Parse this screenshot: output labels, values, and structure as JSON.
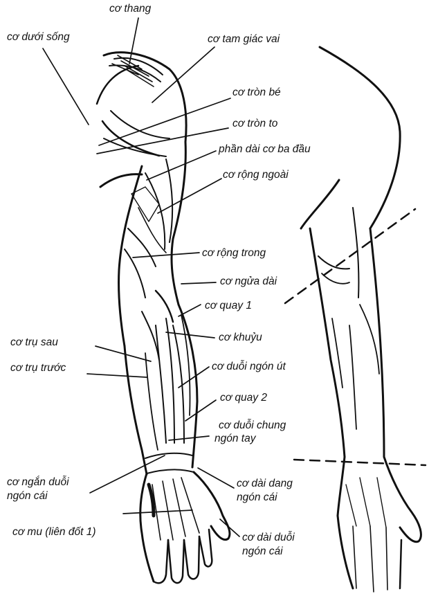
{
  "labels": {
    "co_thang": "cơ thang",
    "co_duoi_song": "cơ dưới sống",
    "co_tam_giac_vai": "cơ tam giác vai",
    "co_tron_be": "cơ tròn bé",
    "co_tron_to": "cơ tròn to",
    "phan_dai_co_ba_dau": "phần dài cơ ba đầu",
    "co_rong_ngoai": "cơ rộng ngoài",
    "co_rong_trong": "cơ rộng trong",
    "co_ngua_dai": "cơ ngửa dài",
    "co_quay_1": "cơ quay 1",
    "co_khuyu": "cơ khuỷu",
    "co_tru_sau": "cơ trụ sau",
    "co_tru_truoc": "cơ trụ trước",
    "co_duoi_ngon_ut": "cơ duỗi ngón út",
    "co_quay_2": "cơ quay 2",
    "co_duoi_chung_line1": "cơ duỗi chung",
    "co_duoi_chung_line2": "ngón tay",
    "co_ngan_duoi_line1": "cơ ngắn duỗi",
    "co_ngan_duoi_line2": "ngón cái",
    "co_dai_dang_line1": "cơ dài dang",
    "co_dai_dang_line2": "ngón cái",
    "co_mu": "cơ mu (liên đốt 1)",
    "co_dai_duoi_line1": "cơ dài duỗi",
    "co_dai_duoi_line2": "ngón cái"
  },
  "colors": {
    "ink": "#111111",
    "background": "#ffffff"
  }
}
